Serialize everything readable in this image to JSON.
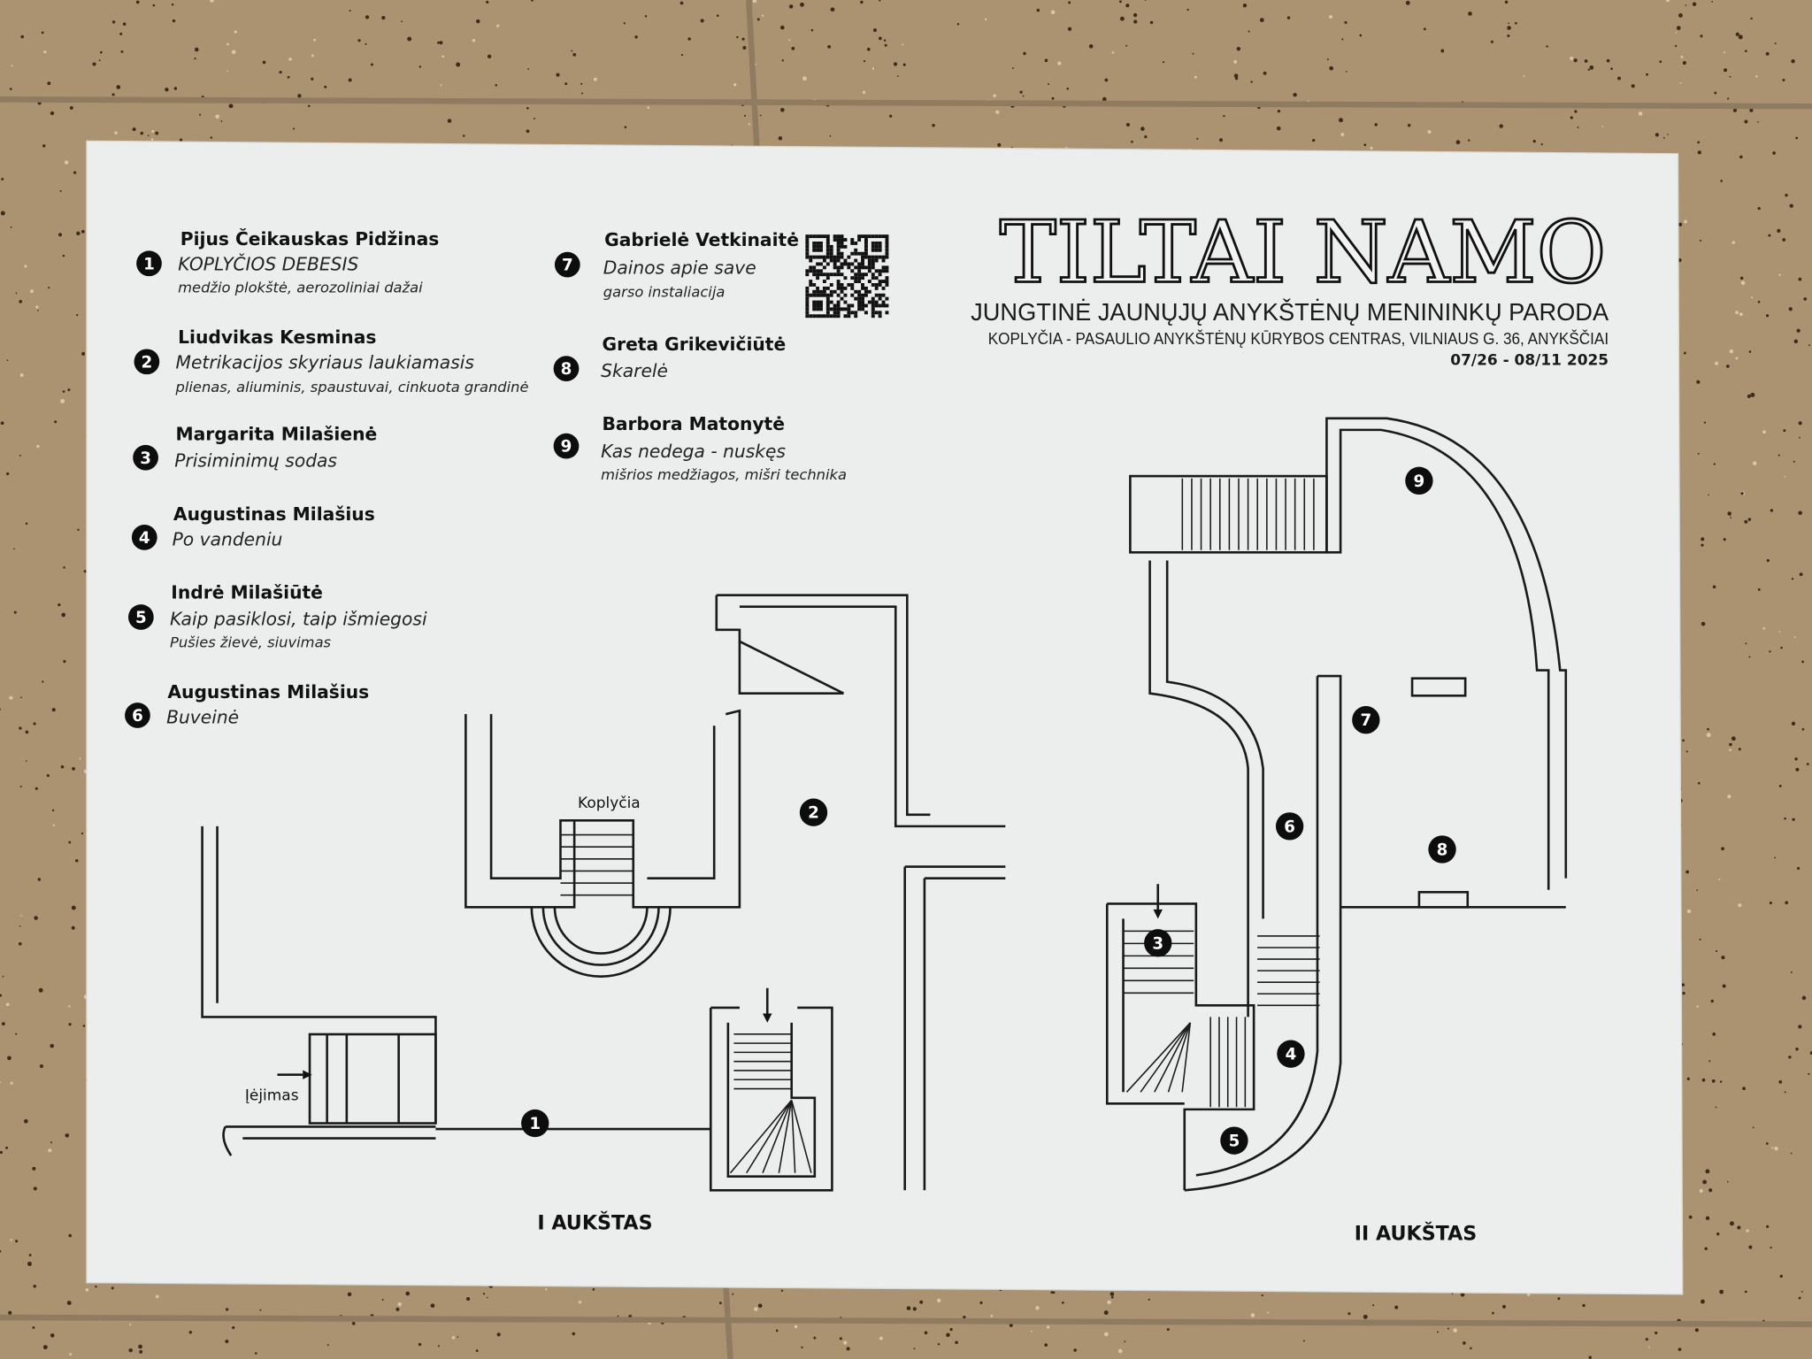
{
  "title": "TILTAI NAMO",
  "subtitle": "JUNGTINĖ JAUNŲJŲ ANYKŠTĖNŲ MENININKŲ PARODA",
  "venue": "KOPLYČIA - PASAULIO ANYKŠTĖNŲ KŪRYBOS CENTRAS, VILNIAUS G. 36, ANYKŠČIAI",
  "dates": "07/26 - 08/11 2025",
  "legend": [
    {
      "num": "1",
      "artist": "Pijus Čeikauskas Pidžinas",
      "work": "KOPLYČIOS DEBESIS",
      "material": "medžio plokštė, aerozoliniai dažai"
    },
    {
      "num": "2",
      "artist": "Liudvikas Kesminas",
      "work": "Metrikacijos skyriaus laukiamasis",
      "material": "plienas, aliuminis, spaustuvai, cinkuota grandinė"
    },
    {
      "num": "3",
      "artist": "Margarita Milašienė",
      "work": "Prisiminimų sodas"
    },
    {
      "num": "4",
      "artist": "Augustinas Milašius",
      "work": "Po vandeniu"
    },
    {
      "num": "5",
      "artist": "Indrė Milašiūtė",
      "work": "Kaip pasiklosi, taip išmiegosi",
      "material": "Pušies žievė, siuvimas"
    },
    {
      "num": "6",
      "artist": "Augustinas Milašius",
      "work": "Buveinė"
    },
    {
      "num": "7",
      "artist": "Gabrielė Vetkinaitė",
      "work": "Dainos apie save",
      "material": "garso instaliacija"
    },
    {
      "num": "8",
      "artist": "Greta Grikevičiūtė",
      "work": "Skarelė"
    },
    {
      "num": "9",
      "artist": "Barbora Matonytė",
      "work": "Kas nedega - nuskęs",
      "material": "mišrios medžiagos, mišri technika"
    }
  ],
  "map": {
    "chapel_label": "Koplyčia",
    "entrance_label": "Įėjimas",
    "floor1_label": "I AUKŠTAS",
    "floor2_label": "II AUKŠTAS"
  },
  "colors": {
    "paper": "#eef0ef",
    "floor_tile": "#ab9270",
    "ink": "#111111"
  }
}
